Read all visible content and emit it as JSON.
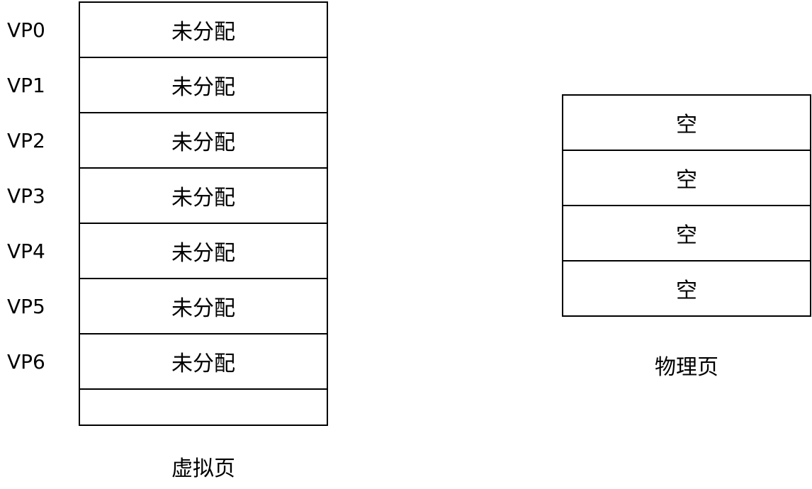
{
  "virtual": {
    "caption": "虚拟页",
    "rows": [
      {
        "label": "VP0",
        "value": "未分配"
      },
      {
        "label": "VP1",
        "value": "未分配"
      },
      {
        "label": "VP2",
        "value": "未分配"
      },
      {
        "label": "VP3",
        "value": "未分配"
      },
      {
        "label": "VP4",
        "value": "未分配"
      },
      {
        "label": "VP5",
        "value": "未分配"
      },
      {
        "label": "VP6",
        "value": "未分配"
      }
    ],
    "trailing_empty": ""
  },
  "physical": {
    "caption": "物理页",
    "rows": [
      {
        "value": "空"
      },
      {
        "value": "空"
      },
      {
        "value": "空"
      },
      {
        "value": "空"
      }
    ]
  }
}
